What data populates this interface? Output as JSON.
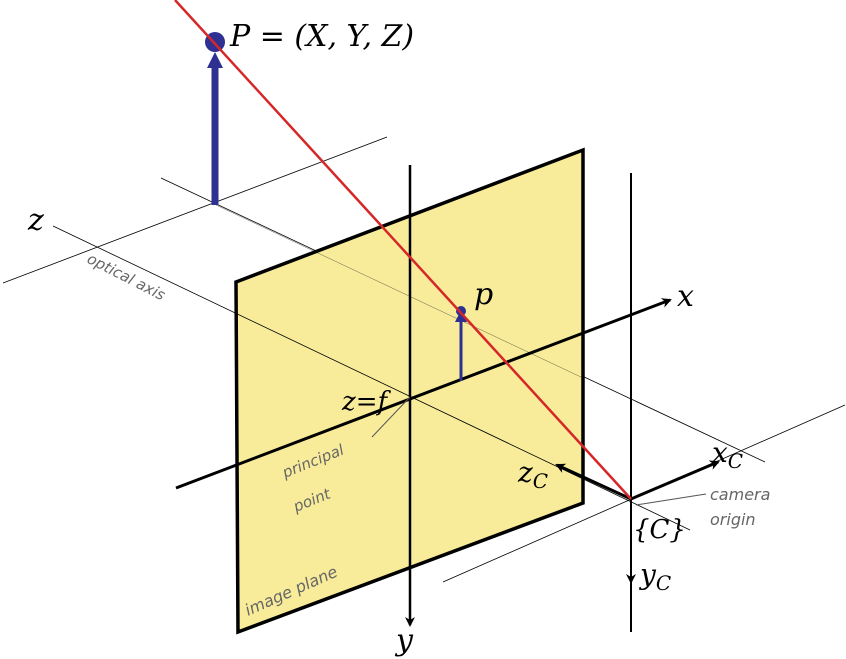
{
  "labels": {
    "point_P": "P = (X, Y, Z)",
    "point_p": "p",
    "axis_z": "z",
    "axis_x": "x",
    "axis_y": "y",
    "z_eq_f": "z=f",
    "optical_axis": "optical axis",
    "principal_line1": "principal",
    "principal_line2": "point",
    "image_plane": "image plane",
    "xC_main": "x",
    "xC_sub": "C",
    "yC_main": "y",
    "yC_sub": "C",
    "zC_main": "z",
    "zC_sub": "C",
    "frame_C": "{C}",
    "camera_line1": "camera",
    "camera_line2": "origin"
  },
  "colors": {
    "plane_fill": "#f8ec9b",
    "ray": "#d62728",
    "point": "#2e3192",
    "annotation": "#666666"
  }
}
